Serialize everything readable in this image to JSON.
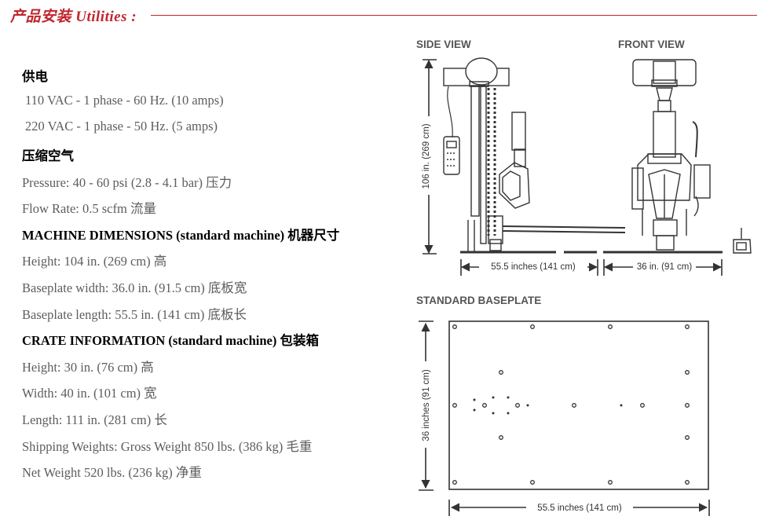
{
  "header": {
    "title": "产品安装  Utilities :",
    "accent_color": "#c0252b"
  },
  "specs": {
    "power_heading": "供电",
    "power_lines": [
      "110 VAC - 1 phase - 60 Hz. (10 amps)",
      "220 VAC - 1 phase - 50 Hz. (5 amps)"
    ],
    "air_heading": "压缩空气",
    "air_lines": [
      "Pressure: 40 - 60 psi (2.8 - 4.1 bar)  压力",
      "Flow Rate: 0.5 scfm  流量"
    ],
    "machine_heading": "MACHINE DIMENSIONS (standard machine) 机器尺寸",
    "machine_lines": [
      "Height: 104 in. (269 cm) 高",
      "Baseplate width: 36.0 in. (91.5 cm) 底板宽",
      "Baseplate length: 55.5 in. (141 cm) 底板长"
    ],
    "crate_heading": "CRATE INFORMATION (standard machine) 包装箱",
    "crate_lines": [
      "Height: 30 in. (76 cm) 高",
      "Width: 40 in. (101 cm) 宽",
      "Length: 111 in. (281 cm) 长",
      "Shipping Weights: Gross Weight 850 lbs. (386 kg) 毛重",
      "Net Weight 520 lbs. (236 kg) 净重"
    ]
  },
  "diagrams": {
    "side_view_label": "SIDE VIEW",
    "front_view_label": "FRONT VIEW",
    "baseplate_label": "STANDARD BASEPLATE",
    "side_height_dim": "106 in. (269 cm)",
    "side_length_dim": "55.5 inches (141 cm)",
    "front_width_dim": "36 in. (91 cm)",
    "baseplate_width_dim": "36 inches (91 cm)",
    "baseplate_length_dim": "55.5 inches (141 cm)"
  }
}
